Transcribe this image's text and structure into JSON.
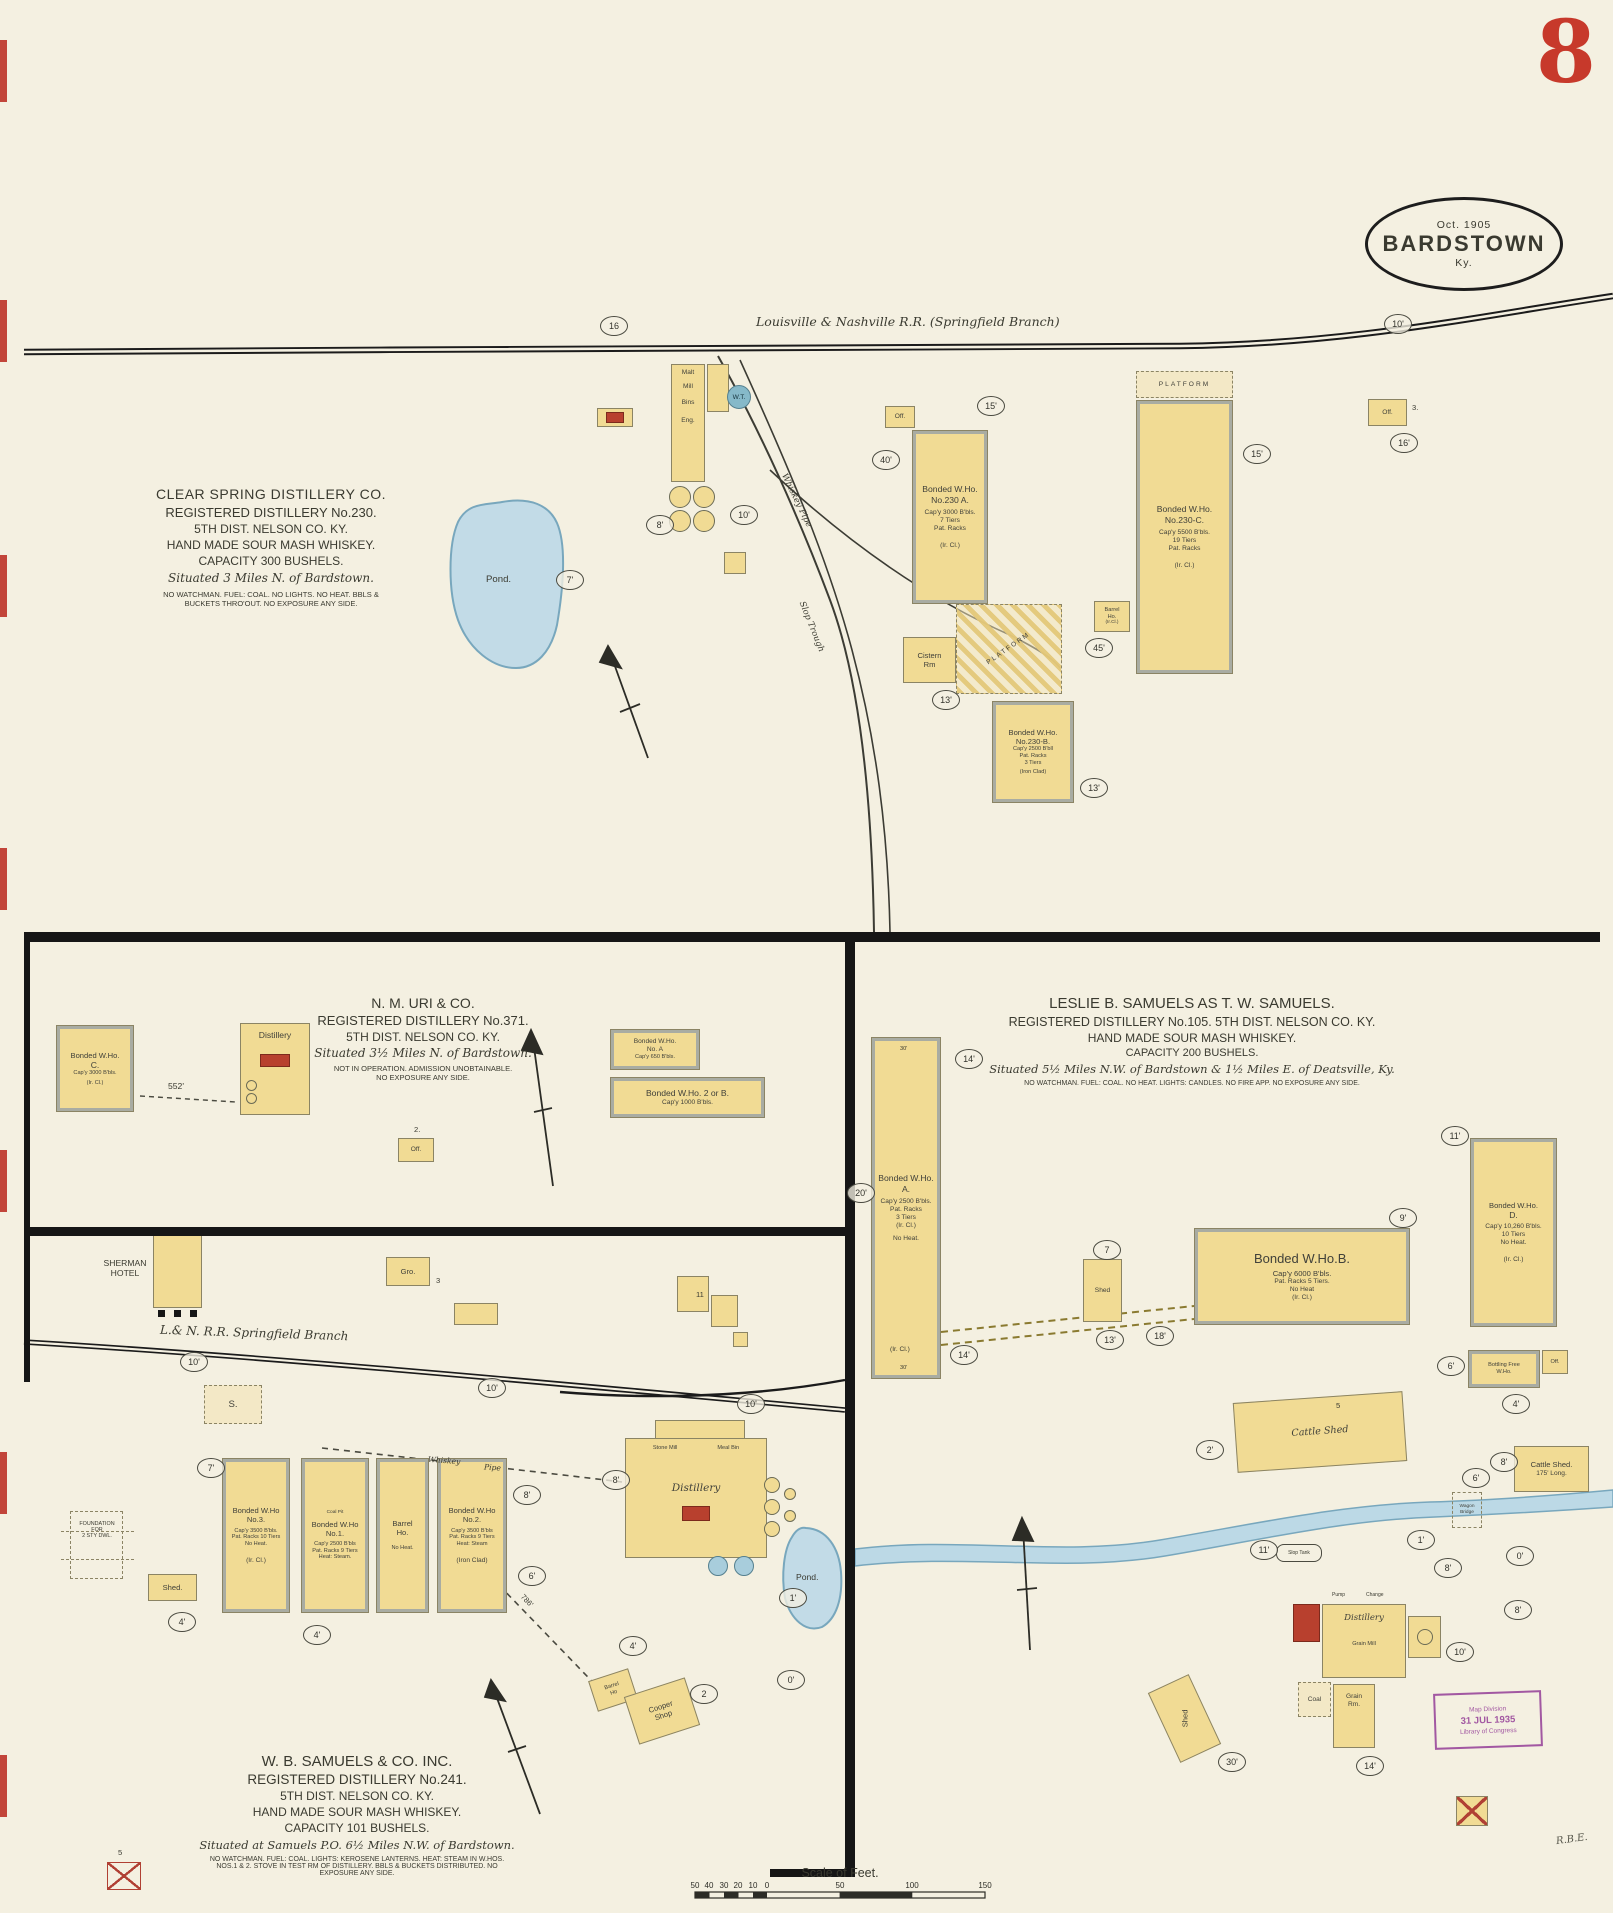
{
  "page": {
    "number": "8",
    "stamp_date": "Oct. 1905",
    "stamp_city": "BARDSTOWN",
    "stamp_state": "Ky.",
    "loc1": "Map Division",
    "loc2": "31 JUL 1935",
    "loc3": "Library of Congress",
    "note": "R.B.E."
  },
  "rr": {
    "top": "Louisville & Nashville R.R. (Springfield Branch)",
    "bottom": "L.& N. R.R. Springfield Branch"
  },
  "cs": {
    "t1": "CLEAR SPRING DISTILLERY CO.",
    "t2": "REGISTERED DISTILLERY No.230.",
    "t3": "5TH DIST. NELSON CO. KY.",
    "t4": "HAND MADE SOUR MASH WHISKEY.",
    "t5": "CAPACITY 300 BUSHELS.",
    "t6": "Situated 3 Miles N. of Bardstown.",
    "f1": "NO WATCHMAN. FUEL: COAL. NO LIGHTS. NO HEAT. BBLS &",
    "f2": "BUCKETS THRO'OUT. NO EXPOSURE ANY SIDE.",
    "pond": "Pond.",
    "pipe": "Whiskey Pipe",
    "slop": "Slop Trough",
    "platform": "PLATFORM",
    "wha": {
      "l1": "Bonded W.Ho.",
      "l2": "No.230 A.",
      "l3": "Cap'y 3000 B'bls.",
      "l4": "7 Tiers",
      "l5": "Pat. Racks",
      "l6": "(Ir. Cl.)"
    },
    "whc": {
      "l1": "Bonded W.Ho.",
      "l2": "No.230-C.",
      "l3": "Cap'y 5500 B'bls.",
      "l4": "19 Tiers",
      "l5": "Pat. Racks",
      "l6": "(Ir. Cl.)"
    },
    "whb": {
      "l1": "Bonded W.Ho.",
      "l2": "No.230-B.",
      "l3": "Cap'y 2500 B'bll",
      "l4": "Pat. Racks",
      "l5": "3 Tiers",
      "l6": "(Iron Clad)"
    },
    "cis1": "Cistern",
    "cis2": "Rm",
    "bar1": "Barrel",
    "bar2": "Ho.",
    "bar3": "(Ir.Cl.)",
    "off": "Off.",
    "n3": "3.",
    "wt": "W.T.",
    "malt": "Malt",
    "mill": "Mill",
    "bins": "Bins",
    "eng": "Eng."
  },
  "uri": {
    "t1": "N. M. URI & CO.",
    "t2": "REGISTERED DISTILLERY No.371.",
    "t3": "5TH DIST. NELSON CO. KY.",
    "t4": "Situated 3½ Miles N. of Bardstown.",
    "f1": "NOT IN OPERATION. ADMISSION UNOBTAINABLE.",
    "f2": "NO EXPOSURE ANY SIDE.",
    "whc": {
      "l1": "Bonded W.Ho.",
      "l2": "C.",
      "l3": "Cap'y 3000 B'bls.",
      "l4": "(Ir. Cl.)"
    },
    "dist": "Distillery",
    "d552": "552'",
    "off": "Off.",
    "n2": "2.",
    "wha": {
      "l1": "Bonded W.Ho.",
      "l2": "No. A",
      "l3": "Cap'y 650 B'bls."
    },
    "wh2b": {
      "l1": "Bonded W.Ho. 2 or B.",
      "l2": "Cap'y 1000 B'bls."
    }
  },
  "wbs": {
    "sher1": "SHERMAN",
    "sher2": "HOTEL",
    "gro": "Gro.",
    "n3": "3",
    "n11": "11",
    "s": "S.",
    "t1": "W. B. SAMUELS & CO. INC.",
    "t2": "REGISTERED DISTILLERY No.241.",
    "t3": "5TH DIST. NELSON CO. KY.",
    "t4": "HAND MADE SOUR MASH WHISKEY.",
    "t5": "CAPACITY 101 BUSHELS.",
    "t6": "Situated at Samuels P.O. 6½ Miles N.W. of Bardstown.",
    "f1": "NO WATCHMAN. FUEL: COAL. LIGHTS: KEROSENE LANTERNS. HEAT: STEAM IN W.HOS.",
    "f2": "NOS.1 & 2. STOVE IN TEST RM OF DISTILLERY. BBLS & BUCKETS DISTRIBUTED. NO",
    "f3": "EXPOSURE ANY SIDE.",
    "fo1": "FOUNDATION",
    "fo2": "FOR",
    "fo3": "2 STY DWL.",
    "shed": "Shed.",
    "wh3": {
      "l1": "Bonded W.Ho",
      "l2": "No.3.",
      "l3": "Cap'y 3500 B'bls.",
      "l4": "Pat. Racks 10 Tiers",
      "l5": "No Heat.",
      "l6": "(Ir. Cl.)"
    },
    "wh1": {
      "l0": "Coal Pit",
      "l1": "Bonded W.Ho",
      "l2": "No.1.",
      "l3": "Cap'y 2500 B'bls",
      "l4": "Pat. Racks 9 Tiers",
      "l5": "Heat: Steam."
    },
    "bar1": "Barrel",
    "bar2": "Ho.",
    "bar3": "No Heat.",
    "wh2": {
      "l1": "Bonded W.Ho",
      "l2": "No.2.",
      "l3": "Cap'y 3500 B'bls",
      "l4": "Pat. Racks 9 Tiers",
      "l5": "Heat: Steam",
      "l6": "(Iron Clad)"
    },
    "whiskey": "Whiskey",
    "pipe": "Pipe",
    "d786": "786'",
    "dist": "Distillery",
    "mill1": "Stone Mill",
    "mill2": "Meal Bin",
    "pond": "Pond.",
    "bh1": "Barrel",
    "bh2": "Ho",
    "cp1": "Cooper",
    "cp2": "Shop",
    "n5": "5",
    "scale": "Scale of Feet.",
    "sn": [
      "50",
      "40",
      "30",
      "20",
      "10",
      "0",
      "50",
      "100",
      "150"
    ]
  },
  "ls": {
    "t1": "LESLIE B. SAMUELS AS T. W. SAMUELS.",
    "t2": "REGISTERED DISTILLERY No.105.  5TH DIST. NELSON CO. KY.",
    "t3": "HAND MADE SOUR MASH WHISKEY.",
    "t4": "CAPACITY 200 BUSHELS.",
    "t5": "Situated 5½ Miles N.W. of Bardstown & 1½ Miles E. of Deatsville, Ky.",
    "f1": "NO WATCHMAN. FUEL: COAL. NO HEAT. LIGHTS: CANDLES. NO FIRE APP. NO EXPOSURE ANY SIDE.",
    "wha": {
      "l1": "Bonded W.Ho.",
      "l2": "A.",
      "l3": "Cap'y 2500 B'bls.",
      "l4": "Pat. Racks",
      "l5": "3 Tiers",
      "l6": "(Ir. Cl.)",
      "l7": "No Heat.",
      "l8": "(Ir. Cl.)"
    },
    "d30": "30'",
    "shed1": "Shed",
    "whb": {
      "l1": "Bonded W.Ho.B.",
      "l2": "Cap'y 6000 B'bls.",
      "l3": "Pat. Racks 5 Tiers.",
      "l4": "No Heat",
      "l5": "(Ir. Cl.)"
    },
    "whd": {
      "l1": "Bonded W.Ho.",
      "l2": "D.",
      "l3": "Cap'y 10,260 B'bls.",
      "l4": "10 Tiers",
      "l5": "No Heat.",
      "l6": "(Ir. Cl.)"
    },
    "bot1": "Bottling Free",
    "bot2": "W.Ho.",
    "off": "Off.",
    "cat1": "Cattle Shed",
    "cat2a": "Cattle Shed.",
    "cat2b": "175' Long.",
    "br1": "Wagon",
    "br2": "Bridge",
    "slop": "Slop Tank",
    "dist": "Distillery",
    "gm": "Grain Mill",
    "coal": "Coal",
    "gr1": "Grain",
    "gr2": "Rm.",
    "pump": "Pump",
    "chg": "Change",
    "shed2": "Shed",
    "n5": "5"
  },
  "circles": [
    "16",
    "10'",
    "40'",
    "15'",
    "15'",
    "8'",
    "10'",
    "7'",
    "13'",
    "45'",
    "13'",
    "16'",
    "10'",
    "10'",
    "10'",
    "7'",
    "8'",
    "6'",
    "4'",
    "4'",
    "4'",
    "8'",
    "1'",
    "2",
    "0'",
    "14'",
    "20'",
    "14'",
    "7",
    "9'",
    "13'",
    "18'",
    "11'",
    "6'",
    "4'",
    "2'",
    "8'",
    "6'",
    "1'",
    "8'",
    "0'",
    "11'",
    "8'",
    "10'",
    "14'",
    "30'"
  ]
}
